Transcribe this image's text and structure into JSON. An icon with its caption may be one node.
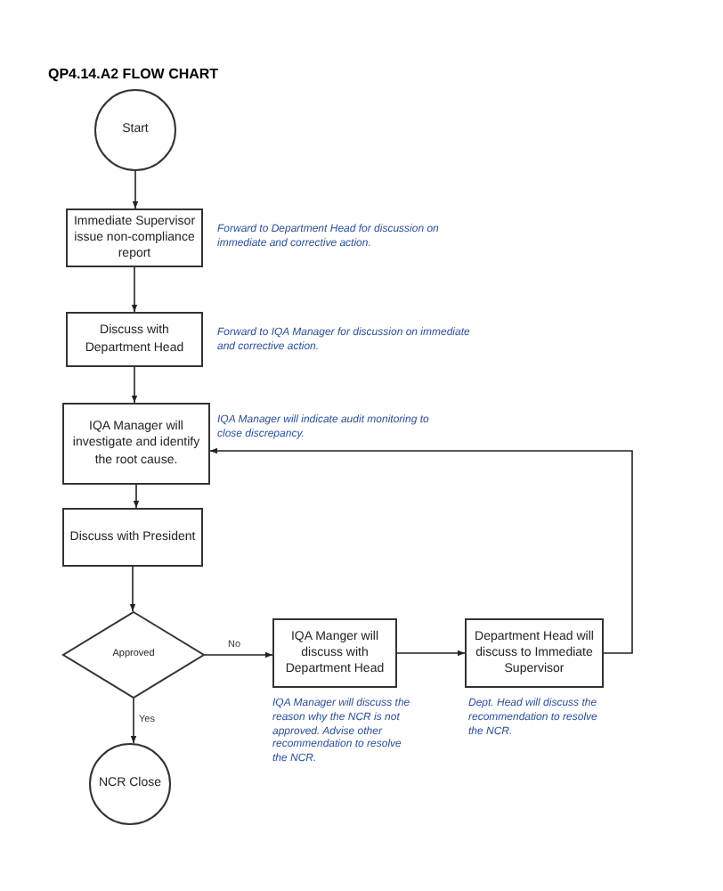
{
  "diagram": {
    "title": "QP4.14.A2 FLOW CHART",
    "nodes": [
      {
        "text": [
          "Start"
        ]
      },
      {
        "text": [
          "Immediate Supervisor issue non-compliance report"
        ],
        "beside": [
          "Forward to Department Head for discussion on immediate and corrective action."
        ]
      },
      {
        "text": [
          "Discuss with Department Head"
        ],
        "beside": [
          "Forward to IQA Manager for discussion on immediate and corrective action."
        ]
      },
      {
        "text": [
          "IQA Manager will investigate and identify the root cause."
        ],
        "beside": [
          "IQA Manager will indicate audit monitoring to close discrepancy."
        ]
      },
      {
        "text": [
          "Discuss with President"
        ]
      },
      {
        "text": [
          "Approved"
        ]
      },
      {
        "text": [
          "IQA Manger will discuss with Department Head"
        ],
        "beside": [
          "IQA Manager will discuss the reason why the NCR is not approved. Advise other recommendation to resolve the NCR."
        ]
      },
      {
        "text": [
          "Department Head will discuss to Immediate Supervisor"
        ],
        "beside": [
          "Dept. Head will discuss the recommendation to resolve the NCR."
        ]
      },
      {
        "text": [
          "NCR Close"
        ]
      }
    ],
    "edges": [
      {
        "from": 0,
        "to": 1,
        "arrow": "to"
      },
      {
        "from": 1,
        "to": 2,
        "arrow": "to"
      },
      {
        "from": 2,
        "to": 3,
        "arrow": "to"
      },
      {
        "from": 3,
        "to": 4,
        "arrow": "to"
      },
      {
        "from": 4,
        "to": 5,
        "arrow": "to"
      },
      {
        "from": 5,
        "to": 6,
        "arrow": "to",
        "label": "No"
      },
      {
        "from": 6,
        "to": 7,
        "arrow": "to"
      },
      {
        "from": 7,
        "to": 3,
        "arrow": "to"
      },
      {
        "from": 5,
        "to": 8,
        "arrow": "to",
        "label": "Yes"
      }
    ]
  }
}
